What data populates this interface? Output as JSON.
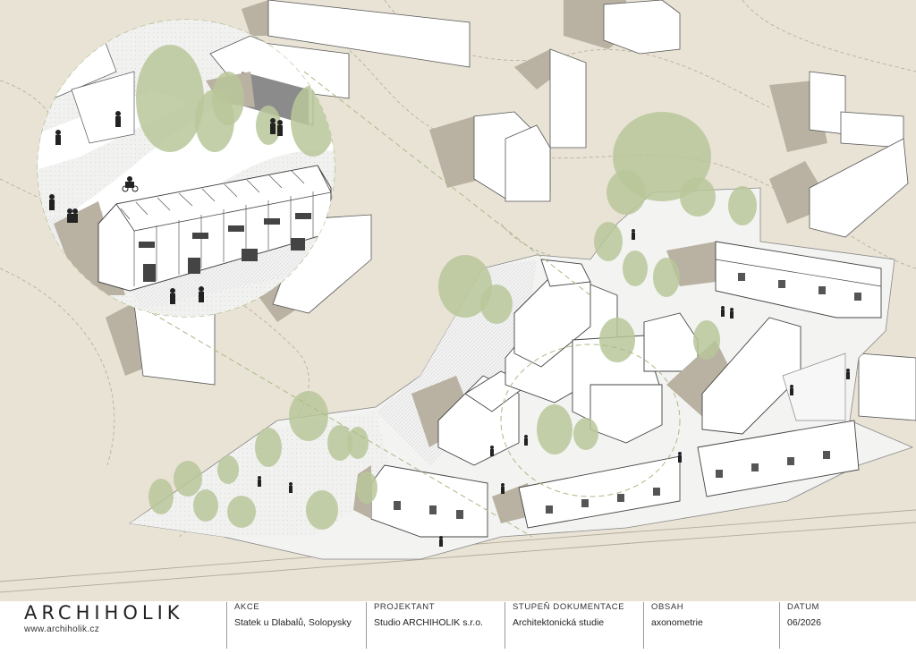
{
  "brand": {
    "name": "ARCHIHOLIK",
    "url": "www.archiholik.cz"
  },
  "titleblock": {
    "fields": [
      {
        "label": "AKCE",
        "value": "Statek u Dlabalů, Solopysky"
      },
      {
        "label": "PROJEKTANT",
        "value": "Studio ARCHIHOLIK s.r.o."
      },
      {
        "label": "STUPEŇ DOKUMENTACE",
        "value": "Architektonická studie"
      },
      {
        "label": "OBSAH",
        "value": "axonometrie"
      },
      {
        "label": "DATUM",
        "value": "06/2026"
      }
    ]
  },
  "colors": {
    "ground": "#e9e3d6",
    "site": "#f2f2f1",
    "tree": "#b9c79a",
    "shadow": "#b9b1a1",
    "building": "#ffffff",
    "line": "#444444",
    "path": "#a9ba85"
  }
}
